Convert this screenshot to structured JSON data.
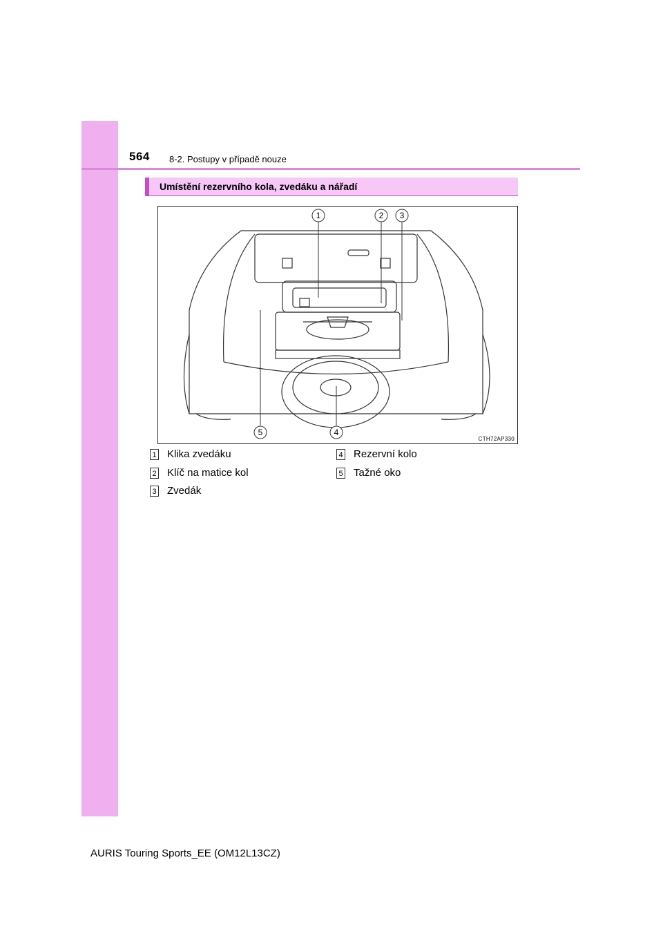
{
  "page": {
    "number": "564",
    "section": "8-2. Postupy v případě nouze",
    "heading": "Umístění rezervního kola, zvedáku a nářadí",
    "footer": "AURIS Touring Sports_EE (OM12L13CZ)"
  },
  "figure": {
    "code": "CTH72AP330",
    "callouts": [
      "1",
      "2",
      "3",
      "4",
      "5"
    ]
  },
  "legend": [
    {
      "num": "1",
      "label": "Klika zvedáku"
    },
    {
      "num": "2",
      "label": "Klíč na matice kol"
    },
    {
      "num": "3",
      "label": "Zvedák"
    },
    {
      "num": "4",
      "label": "Rezervní kolo"
    },
    {
      "num": "5",
      "label": "Tažné oko"
    }
  ],
  "colors": {
    "side_tab": "#f0b0f0",
    "heading_bg": "#f7c8f7",
    "accent": "#c84cc8"
  }
}
